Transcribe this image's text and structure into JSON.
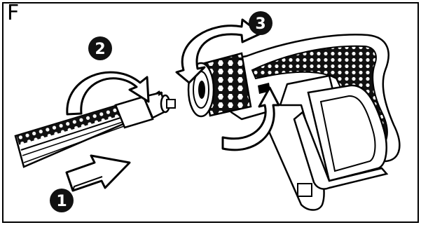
{
  "panel": {
    "letter": "F"
  },
  "steps": [
    {
      "number": "1",
      "action": "push-arrow"
    },
    {
      "number": "2",
      "action": "rotate-arrow"
    },
    {
      "number": "3",
      "action": "rotate-arrow"
    }
  ],
  "colors": {
    "ink": "#000000",
    "arrow_fill": "#ffffff",
    "badge": "#111111"
  },
  "icons": [
    "push-arrow-icon",
    "rotate-arrow-icon",
    "spray-gun-icon",
    "lance-icon"
  ]
}
